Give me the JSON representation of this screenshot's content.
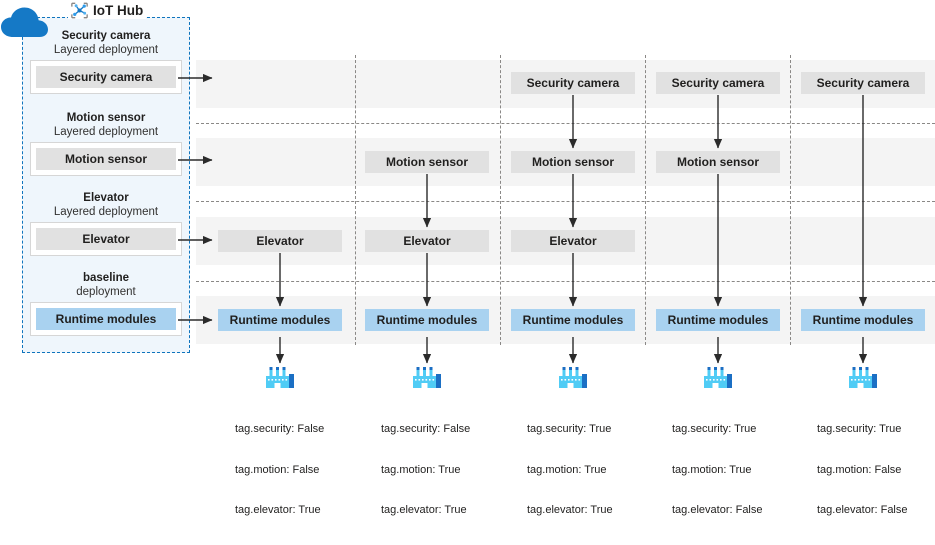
{
  "title": "IoT Hub layered deployment diagram",
  "hub": {
    "label": "IoT Hub",
    "icon": "iot-hub-icon",
    "cloud_icon": "cloud-icon",
    "accent_color": "#0f74bd",
    "panel_bg": "#eff6fc",
    "deployments": [
      {
        "name": "Security camera",
        "kind": "Layered deployment",
        "module": "Security camera",
        "blue": false
      },
      {
        "name": "Motion sensor",
        "kind": "Layered deployment",
        "module": "Motion sensor",
        "blue": false
      },
      {
        "name": "Elevator",
        "kind": "Layered deployment",
        "module": "Elevator",
        "blue": false
      },
      {
        "name": "baseline",
        "kind": "deployment",
        "module": "Runtime modules",
        "blue": true
      }
    ]
  },
  "grid": {
    "row_labels": [
      "Security camera",
      "Motion sensor",
      "Elevator",
      "Runtime modules"
    ],
    "node_color": "#e1e1e1",
    "runtime_color": "#a9d2f0",
    "band_color": "#f4f4f4",
    "divider_color": "#8a8886",
    "devices": [
      {
        "id": "device-1",
        "icon": "factory-icon",
        "nodes": {
          "security_camera": false,
          "motion_sensor": false,
          "elevator": true,
          "runtime_modules": true
        },
        "node_labels": {
          "elevator": "Elevator",
          "runtime_modules": "Runtime modules"
        },
        "tags": [
          "tag.security: False",
          "tag.motion: False",
          "tag.elevator: True"
        ]
      },
      {
        "id": "device-2",
        "icon": "factory-icon",
        "nodes": {
          "security_camera": false,
          "motion_sensor": true,
          "elevator": true,
          "runtime_modules": true
        },
        "node_labels": {
          "motion_sensor": "Motion sensor",
          "elevator": "Elevator",
          "runtime_modules": "Runtime modules"
        },
        "tags": [
          "tag.security: False",
          "tag.motion: True",
          "tag.elevator: True"
        ]
      },
      {
        "id": "device-3",
        "icon": "factory-icon",
        "nodes": {
          "security_camera": true,
          "motion_sensor": true,
          "elevator": true,
          "runtime_modules": true
        },
        "node_labels": {
          "security_camera": "Security camera",
          "motion_sensor": "Motion sensor",
          "elevator": "Elevator",
          "runtime_modules": "Runtime modules"
        },
        "tags": [
          "tag.security: True",
          "tag.motion: True",
          "tag.elevator: True"
        ]
      },
      {
        "id": "device-4",
        "icon": "factory-icon",
        "nodes": {
          "security_camera": true,
          "motion_sensor": true,
          "elevator": false,
          "runtime_modules": true
        },
        "node_labels": {
          "security_camera": "Security camera",
          "motion_sensor": "Motion sensor",
          "runtime_modules": "Runtime modules"
        },
        "tags": [
          "tag.security: True",
          "tag.motion: True",
          "tag.elevator: False"
        ]
      },
      {
        "id": "device-5",
        "icon": "factory-icon",
        "nodes": {
          "security_camera": true,
          "motion_sensor": false,
          "elevator": false,
          "runtime_modules": true
        },
        "node_labels": {
          "security_camera": "Security camera",
          "runtime_modules": "Runtime modules"
        },
        "tags": [
          "tag.security: True",
          "tag.motion: False",
          "tag.elevator: False"
        ]
      }
    ]
  }
}
